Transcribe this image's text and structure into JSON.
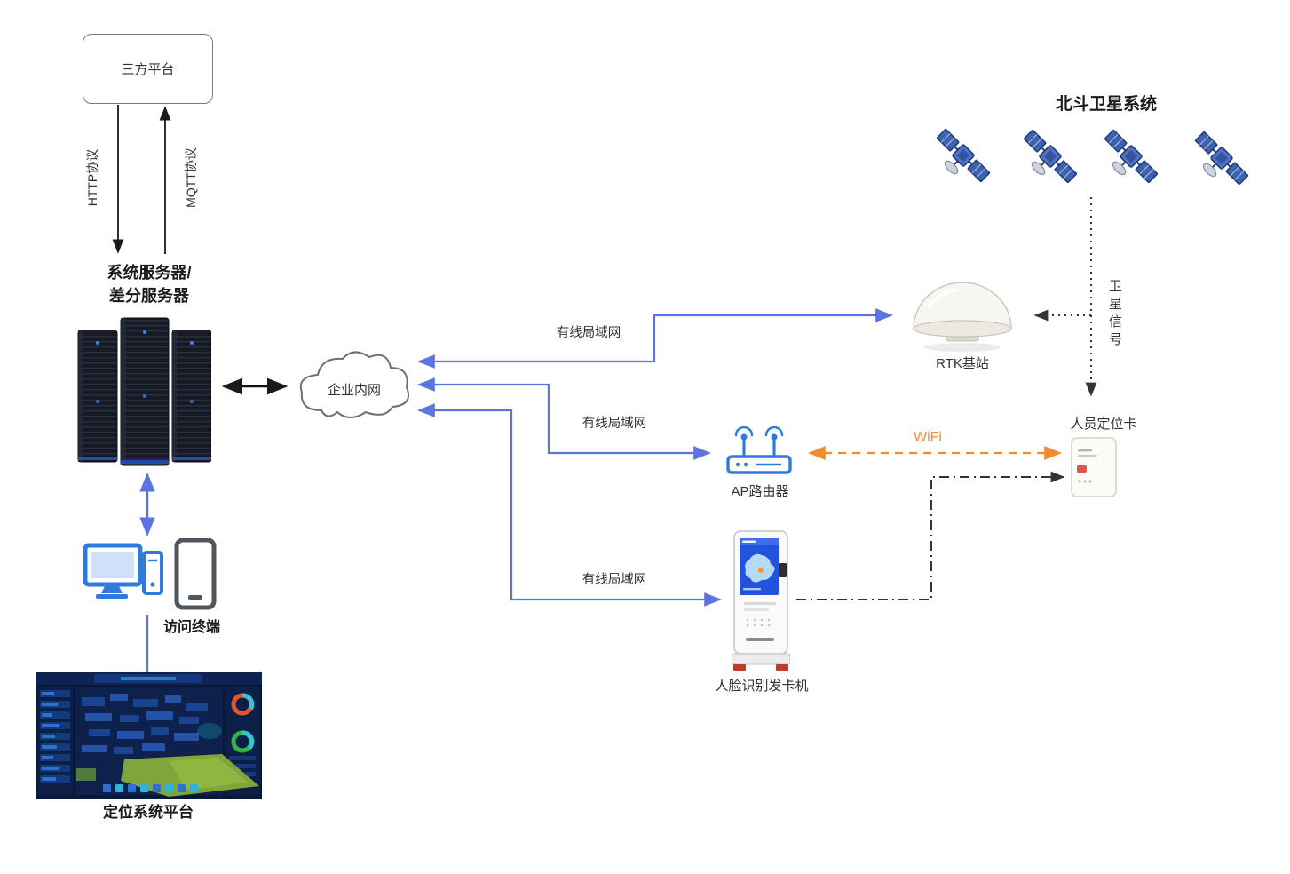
{
  "colors": {
    "line_blue": "#5b74e0",
    "wifi_orange": "#f08c2e",
    "line_black": "#1a1a1a",
    "device_blue": "#2f7bdc"
  },
  "nodes": {
    "third_party": {
      "label": "三方平台"
    },
    "server": {
      "label_line1": "系统服务器/",
      "label_line2": "差分服务器"
    },
    "cloud": {
      "label": "企业内网"
    },
    "rtk": {
      "label": "RTK基站"
    },
    "beidou": {
      "title": "北斗卫星系统"
    },
    "locator_card": {
      "label": "人员定位卡"
    },
    "ap_router": {
      "label": "AP路由器"
    },
    "face_machine": {
      "label": "人脸识别发卡机"
    },
    "terminal": {
      "label": "访问终端"
    },
    "platform": {
      "label": "定位系统平台"
    }
  },
  "links": {
    "http": {
      "label": "HTTP协议"
    },
    "mqtt": {
      "label": "MQTT协议"
    },
    "lan_rtk": {
      "label": "有线局域网"
    },
    "lan_ap": {
      "label": "有线局域网"
    },
    "lan_face": {
      "label": "有线局域网"
    },
    "wifi": {
      "label": "WiFi"
    },
    "satellite_signal": {
      "label": "卫星信号"
    }
  }
}
